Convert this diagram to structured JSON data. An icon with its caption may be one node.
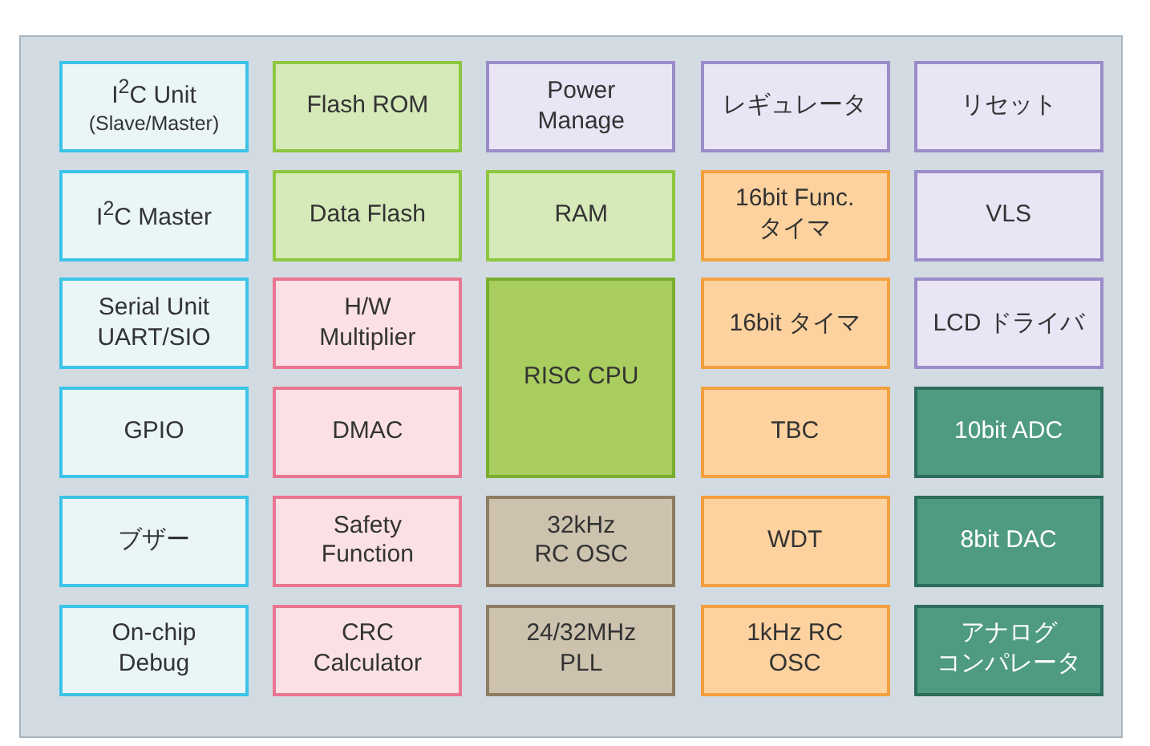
{
  "diagram": {
    "nodes": [
      {
        "text": [],
        "shape": "box"
      },
      {
        "text": [
          "I$^{2}$C Unit",
          "(Slave/Master)"
        ],
        "in": 0
      },
      {
        "text": [
          "Flash ROM"
        ],
        "in": 0
      },
      {
        "text": [
          "Power Manage"
        ],
        "in": 0
      },
      {
        "text": [
          "レギュレータ"
        ],
        "in": 0
      },
      {
        "text": [
          "リセット"
        ],
        "in": 0
      },
      {
        "text": [
          "I$^{2}$C Master"
        ],
        "in": 0
      },
      {
        "text": [
          "Data Flash"
        ],
        "in": 0
      },
      {
        "text": [
          "RAM"
        ],
        "in": 0
      },
      {
        "text": [
          "16bit Func. タイマ"
        ],
        "in": 0
      },
      {
        "text": [
          "VLS"
        ],
        "in": 0
      },
      {
        "text": [
          "Serial Unit UART/SIO"
        ],
        "in": 0
      },
      {
        "text": [
          "H/W Multiplier"
        ],
        "in": 0
      },
      {
        "text": [
          "RISC CPU"
        ],
        "in": 0
      },
      {
        "text": [
          "16bit タイマ"
        ],
        "in": 0
      },
      {
        "text": [
          "LCD ドライバ"
        ],
        "in": 0
      },
      {
        "text": [
          "GPIO"
        ],
        "in": 0
      },
      {
        "text": [
          "DMAC"
        ],
        "in": 0
      },
      {
        "text": [
          "TBC"
        ],
        "in": 0
      },
      {
        "text": [
          "10bit ADC"
        ],
        "in": 0
      },
      {
        "text": [
          "ブザー"
        ],
        "in": 0
      },
      {
        "text": [
          "Safety Function"
        ],
        "in": 0
      },
      {
        "text": [
          "32kHz RC OSC"
        ],
        "in": 0
      },
      {
        "text": [
          "WDT"
        ],
        "in": 0
      },
      {
        "text": [
          "8bit DAC"
        ],
        "in": 0
      },
      {
        "text": [
          "On-chip Debug"
        ],
        "in": 0
      },
      {
        "text": [
          "CRC Calculator"
        ],
        "in": 0
      },
      {
        "text": [
          "24/32MHz PLL"
        ],
        "in": 0
      },
      {
        "text": [
          "1kHz RC OSC"
        ],
        "in": 0
      },
      {
        "text": [
          "アナログコンパレータ"
        ],
        "in": 0
      }
    ]
  }
}
